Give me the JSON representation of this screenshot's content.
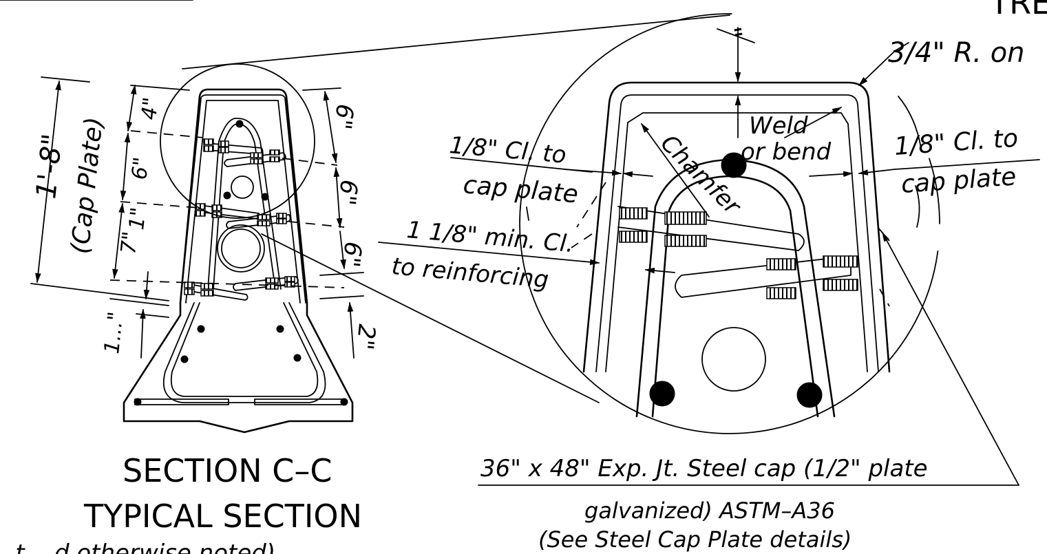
{
  "corner_text": "TRE",
  "section": {
    "title_line1": "SECTION C–C",
    "title_line2": "TYPICAL SECTION",
    "partial_note": "...t ...d otherwise noted)",
    "dims": {
      "height_cap_plate": "1'-8\"",
      "cap_plate": "(Cap Plate)",
      "d_top": "4\"",
      "d_mid": "6\"",
      "d_low": "7\"",
      "d_low2": "1\"",
      "d_bot": "1...\"",
      "right_top": "6\"",
      "right_mid": "6\"",
      "right_low": "6\"",
      "right_bottom": "2\""
    }
  },
  "detail": {
    "top_dim": "\"",
    "radius_note": "3/4\" R. on",
    "cl_left_1": "1/8\" Cl. to",
    "cl_left_2": "cap plate",
    "chamfer": "Chamfer",
    "weld_1": "Weld",
    "weld_2": "or bend",
    "cl_right_1": "1/8\" Cl. to",
    "cl_right_2": "cap plate",
    "min_cl_1": "1 1/8\" min. Cl.",
    "min_cl_2": "to reinforcing",
    "cap_line1": "36\" x 48\" Exp. Jt. Steel cap (1/2\" plate",
    "cap_line2": "galvanized) ASTM–A36",
    "cap_line3": "(See Steel Cap Plate details)"
  }
}
